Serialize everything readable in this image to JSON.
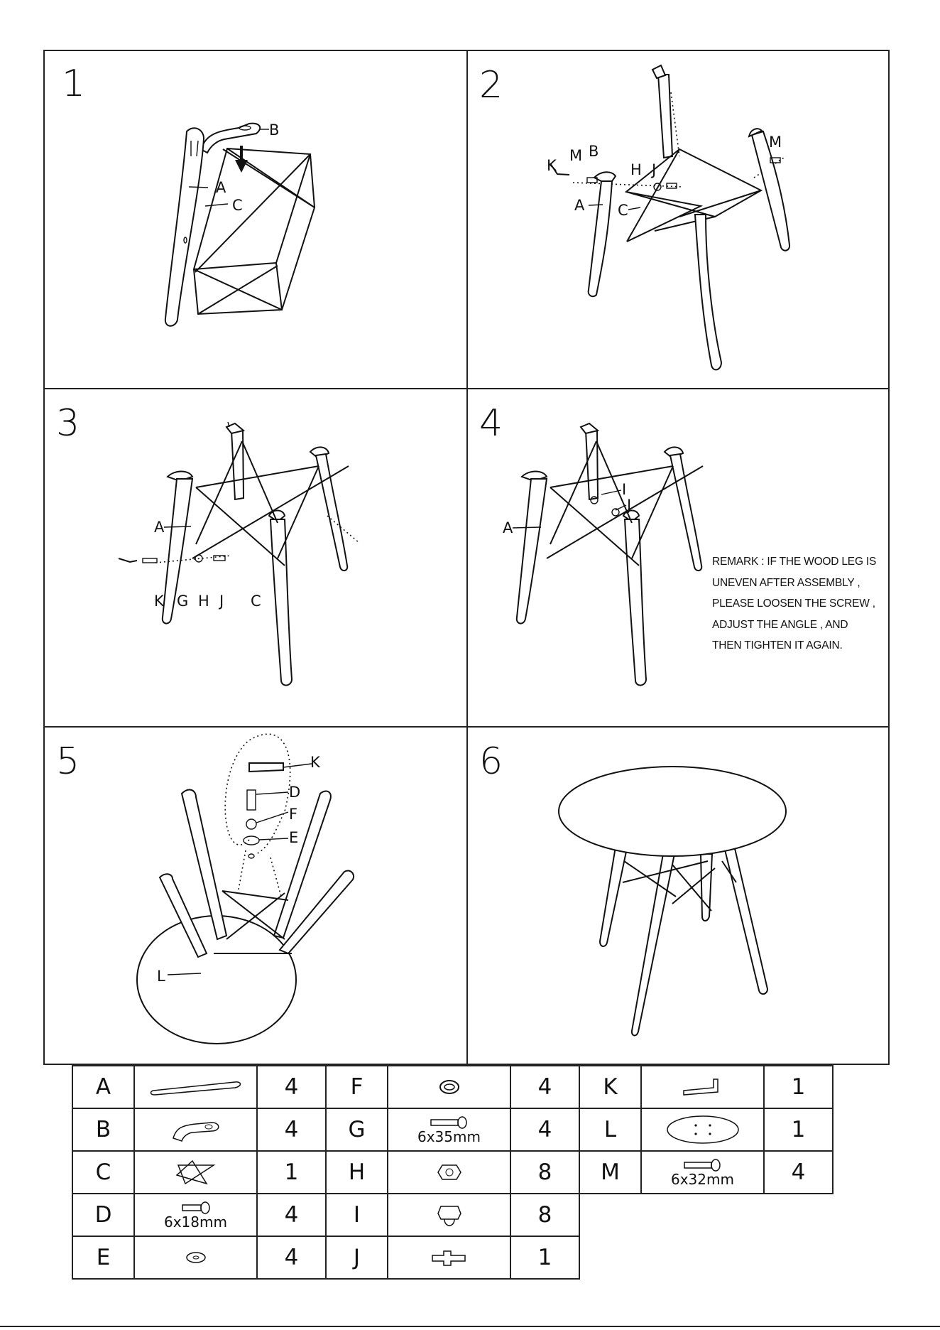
{
  "steps": [
    {
      "number": "1",
      "labels": [
        "B",
        "A",
        "C"
      ]
    },
    {
      "number": "2",
      "labels": [
        "M",
        "K",
        "M",
        "B",
        "H",
        "J",
        "A",
        "C"
      ]
    },
    {
      "number": "3",
      "labels": [
        "A",
        "K",
        "G",
        "H",
        "J",
        "C"
      ]
    },
    {
      "number": "4",
      "labels": [
        "A",
        "I",
        "J"
      ]
    },
    {
      "number": "5",
      "labels": [
        "K",
        "D",
        "F",
        "E",
        "L"
      ]
    },
    {
      "number": "6",
      "labels": []
    }
  ],
  "remark": [
    "REMARK : IF THE WOOD LEG IS",
    "UNEVEN AFTER ASSEMBLY ,",
    "PLEASE LOOSEN THE SCREW ,",
    "ADJUST THE ANGLE , AND",
    "THEN TIGHTEN IT AGAIN."
  ],
  "parts": [
    {
      "code": "A",
      "icon": "wood-leg-icon",
      "size": "",
      "qty": "4"
    },
    {
      "code": "B",
      "icon": "bracket-icon",
      "size": "",
      "qty": "4"
    },
    {
      "code": "C",
      "icon": "metal-frame-icon",
      "size": "",
      "qty": "1"
    },
    {
      "code": "D",
      "icon": "screw-icon",
      "size": "6x18mm",
      "qty": "4"
    },
    {
      "code": "E",
      "icon": "flat-washer-icon",
      "size": "",
      "qty": "4"
    },
    {
      "code": "F",
      "icon": "spring-washer-icon",
      "size": "",
      "qty": "4"
    },
    {
      "code": "G",
      "icon": "screw-icon",
      "size": "6x35mm",
      "qty": "4"
    },
    {
      "code": "H",
      "icon": "hex-nut-icon",
      "size": "",
      "qty": "8"
    },
    {
      "code": "I",
      "icon": "cap-nut-icon",
      "size": "",
      "qty": "8"
    },
    {
      "code": "J",
      "icon": "wrench-icon",
      "size": "",
      "qty": "1"
    },
    {
      "code": "K",
      "icon": "allen-key-icon",
      "size": "",
      "qty": "1"
    },
    {
      "code": "L",
      "icon": "table-top-icon",
      "size": "",
      "qty": "1"
    },
    {
      "code": "M",
      "icon": "screw-icon",
      "size": "6x32mm",
      "qty": "4"
    }
  ]
}
